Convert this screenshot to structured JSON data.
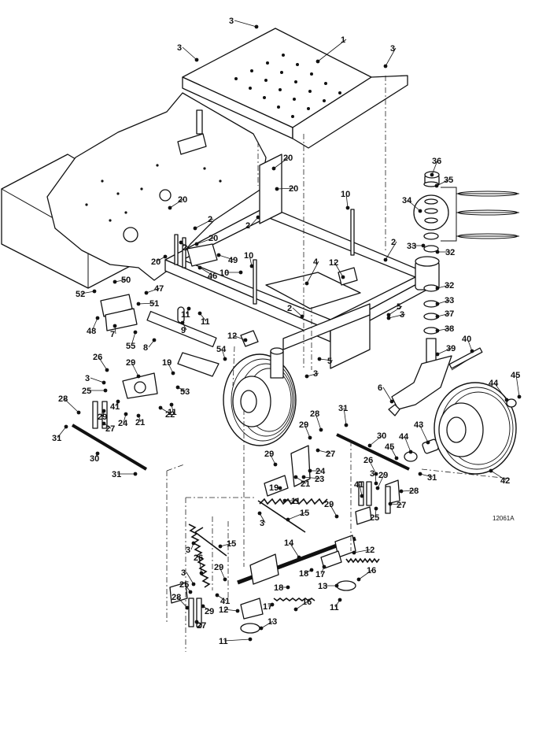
{
  "drawing": {
    "number": "12061A",
    "callouts": [
      {
        "id": "c-3a",
        "text": "3"
      },
      {
        "id": "c-1",
        "text": "1"
      },
      {
        "id": "c-3b",
        "text": "3"
      },
      {
        "id": "c-3c",
        "text": "3"
      },
      {
        "id": "c-20a",
        "text": "20"
      },
      {
        "id": "c-20b",
        "text": "20"
      },
      {
        "id": "c-20c",
        "text": "20"
      },
      {
        "id": "c-20d",
        "text": "20"
      },
      {
        "id": "c-20e",
        "text": "20"
      },
      {
        "id": "c-2a",
        "text": "2"
      },
      {
        "id": "c-2b",
        "text": "2"
      },
      {
        "id": "c-2c",
        "text": "2"
      },
      {
        "id": "c-2d",
        "text": "2"
      },
      {
        "id": "c-2e",
        "text": "2"
      },
      {
        "id": "c-10a",
        "text": "10"
      },
      {
        "id": "c-10b",
        "text": "10"
      },
      {
        "id": "c-10c",
        "text": "10"
      },
      {
        "id": "c-36",
        "text": "36"
      },
      {
        "id": "c-35",
        "text": "35"
      },
      {
        "id": "c-34",
        "text": "34"
      },
      {
        "id": "c-33a",
        "text": "33"
      },
      {
        "id": "c-32a",
        "text": "32"
      },
      {
        "id": "c-32b",
        "text": "32"
      },
      {
        "id": "c-33b",
        "text": "33"
      },
      {
        "id": "c-37",
        "text": "37"
      },
      {
        "id": "c-38",
        "text": "38"
      },
      {
        "id": "c-39",
        "text": "39"
      },
      {
        "id": "c-40",
        "text": "40"
      },
      {
        "id": "c-49",
        "text": "49"
      },
      {
        "id": "c-46",
        "text": "46"
      },
      {
        "id": "c-12a",
        "text": "12"
      },
      {
        "id": "c-4",
        "text": "4"
      },
      {
        "id": "c-50",
        "text": "50"
      },
      {
        "id": "c-47",
        "text": "47"
      },
      {
        "id": "c-52",
        "text": "52"
      },
      {
        "id": "c-51",
        "text": "51"
      },
      {
        "id": "c-48",
        "text": "48"
      },
      {
        "id": "c-7",
        "text": "7"
      },
      {
        "id": "c-55",
        "text": "55"
      },
      {
        "id": "c-8",
        "text": "8"
      },
      {
        "id": "c-11a",
        "text": "11"
      },
      {
        "id": "c-11b",
        "text": "11"
      },
      {
        "id": "c-9",
        "text": "9"
      },
      {
        "id": "c-12b",
        "text": "12"
      },
      {
        "id": "c-54",
        "text": "54"
      },
      {
        "id": "c-5a",
        "text": "5"
      },
      {
        "id": "c-5b",
        "text": "5"
      },
      {
        "id": "c-3d",
        "text": "3"
      },
      {
        "id": "c-3e",
        "text": "3"
      },
      {
        "id": "c-26a",
        "text": "26"
      },
      {
        "id": "c-19a",
        "text": "19"
      },
      {
        "id": "c-29a",
        "text": "29"
      },
      {
        "id": "c-3f",
        "text": "3"
      },
      {
        "id": "c-25a",
        "text": "25"
      },
      {
        "id": "c-53",
        "text": "53"
      },
      {
        "id": "c-11c",
        "text": "11"
      },
      {
        "id": "c-22",
        "text": "22"
      },
      {
        "id": "c-21a",
        "text": "21"
      },
      {
        "id": "c-24a",
        "text": "24"
      },
      {
        "id": "c-41a",
        "text": "41"
      },
      {
        "id": "c-28a",
        "text": "28"
      },
      {
        "id": "c-29b",
        "text": "29"
      },
      {
        "id": "c-27a",
        "text": "27"
      },
      {
        "id": "c-31a",
        "text": "31"
      },
      {
        "id": "c-30a",
        "text": "30"
      },
      {
        "id": "c-31b",
        "text": "31"
      },
      {
        "id": "c-6",
        "text": "6"
      },
      {
        "id": "c-44a",
        "text": "44"
      },
      {
        "id": "c-45a",
        "text": "45"
      },
      {
        "id": "c-43",
        "text": "43"
      },
      {
        "id": "c-42",
        "text": "42"
      },
      {
        "id": "c-28b",
        "text": "28"
      },
      {
        "id": "c-31c",
        "text": "31"
      },
      {
        "id": "c-29c",
        "text": "29"
      },
      {
        "id": "c-27b",
        "text": "27"
      },
      {
        "id": "c-30b",
        "text": "30"
      },
      {
        "id": "c-44b",
        "text": "44"
      },
      {
        "id": "c-45b",
        "text": "45"
      },
      {
        "id": "c-26b",
        "text": "26"
      },
      {
        "id": "c-3g",
        "text": "3"
      },
      {
        "id": "c-24b",
        "text": "24"
      },
      {
        "id": "c-29d",
        "text": "29"
      },
      {
        "id": "c-21b",
        "text": "21"
      },
      {
        "id": "c-23",
        "text": "23"
      },
      {
        "id": "c-19b",
        "text": "19"
      },
      {
        "id": "c-11d",
        "text": "11"
      },
      {
        "id": "c-31d",
        "text": "31"
      },
      {
        "id": "c-41b",
        "text": "41"
      },
      {
        "id": "c-29e",
        "text": "29"
      },
      {
        "id": "c-28c",
        "text": "28"
      },
      {
        "id": "c-25b",
        "text": "25"
      },
      {
        "id": "c-27c",
        "text": "27"
      },
      {
        "id": "c-29f",
        "text": "29"
      },
      {
        "id": "c-15a",
        "text": "15"
      },
      {
        "id": "c-3h",
        "text": "3"
      },
      {
        "id": "c-15b",
        "text": "15"
      },
      {
        "id": "c-14",
        "text": "14"
      },
      {
        "id": "c-12c",
        "text": "12"
      },
      {
        "id": "c-3i",
        "text": "3"
      },
      {
        "id": "c-26c",
        "text": "26"
      },
      {
        "id": "c-29g",
        "text": "29"
      },
      {
        "id": "c-16a",
        "text": "16"
      },
      {
        "id": "c-17a",
        "text": "17"
      },
      {
        "id": "c-18a",
        "text": "18"
      },
      {
        "id": "c-18b",
        "text": "18"
      },
      {
        "id": "c-13a",
        "text": "13"
      },
      {
        "id": "c-3j",
        "text": "3"
      },
      {
        "id": "c-25c",
        "text": "25"
      },
      {
        "id": "c-41c",
        "text": "41"
      },
      {
        "id": "c-28d",
        "text": "28"
      },
      {
        "id": "c-29h",
        "text": "29"
      },
      {
        "id": "c-27d",
        "text": "27"
      },
      {
        "id": "c-12d",
        "text": "12"
      },
      {
        "id": "c-17b",
        "text": "17"
      },
      {
        "id": "c-16b",
        "text": "16"
      },
      {
        "id": "c-11e",
        "text": "11"
      },
      {
        "id": "c-13b",
        "text": "13"
      },
      {
        "id": "c-11f",
        "text": "11"
      }
    ]
  }
}
